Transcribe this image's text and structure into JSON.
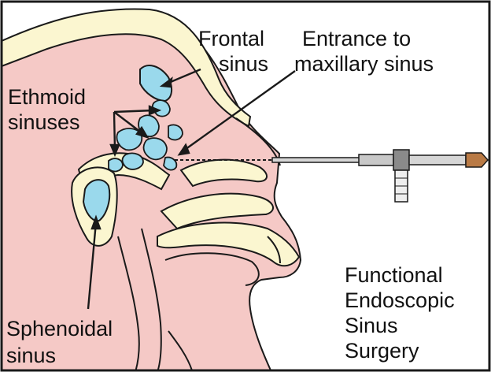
{
  "labels": {
    "frontal": [
      "Frontal",
      "sinus"
    ],
    "entrance": [
      "Entrance to",
      "maxillary sinus"
    ],
    "ethmoid": [
      "Ethmoid",
      "sinuses"
    ],
    "sphenoidal": [
      "Sphenoidal",
      "sinus"
    ],
    "procedure": [
      "Functional",
      "Endoscopic",
      "Sinus",
      "Surgery"
    ]
  },
  "colors": {
    "tissue": "#f5c9c6",
    "bone": "#fbf6d0",
    "sinus": "#9ad9ec",
    "outline": "#1a1a1a",
    "endoscope": "#c8c8c8",
    "handle": "#b97a45"
  }
}
